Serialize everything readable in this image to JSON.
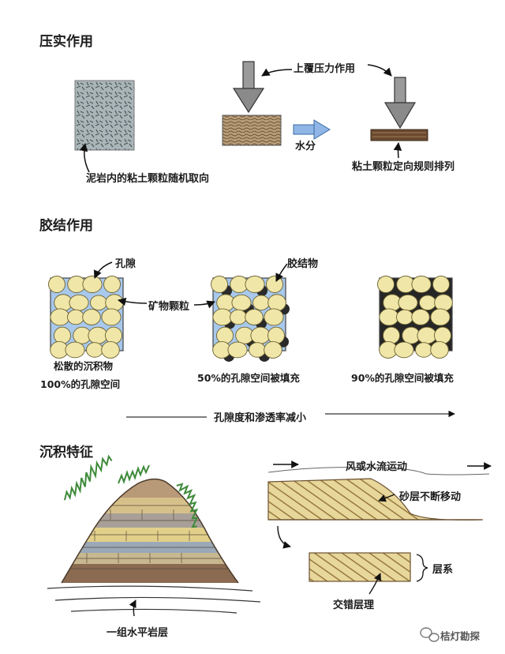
{
  "sections": {
    "compaction": {
      "title": "压实作用",
      "label_random": "泥岩内的粘土颗粒随机取向",
      "label_pressure": "上覆压力作用",
      "label_water": "水分",
      "label_oriented": "粘土颗粒定向规则排列"
    },
    "cementation": {
      "title": "胶结作用",
      "label_pore": "孔隙",
      "label_cement": "胶结物",
      "label_grain": "矿物颗粒",
      "caption1_line1": "松散的沉积物",
      "caption1_line2": "100%的孔隙空间",
      "caption2": "50%的孔隙空间被填充",
      "caption3": "90%的孔隙空间被填充",
      "trend": "孔隙度和渗透率减小"
    },
    "features": {
      "title": "沉积特征",
      "label_flow": "风或水流运动",
      "label_sand": "砂层不断移动",
      "label_layers": "层系",
      "label_cross": "交错层理",
      "label_horizontal": "一组水平岩层"
    }
  },
  "watermark": "桔灯勘探",
  "colors": {
    "grain": "#f0e6a8",
    "pore": "#a8c8ec",
    "cement": "#2a2a2a",
    "mud": "#8a7050",
    "sand": "#e8d79a"
  }
}
